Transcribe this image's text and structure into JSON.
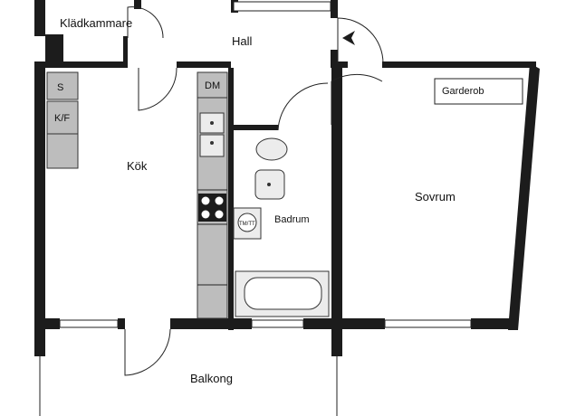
{
  "rooms": {
    "kladkammare": "Klädkammare",
    "hall": "Hall",
    "kok": "Kök",
    "badrum": "Badrum",
    "sovrum": "Sovrum",
    "garderob": "Garderob",
    "balkong": "Balkong"
  },
  "fixtures": {
    "storage_s": "S",
    "fridge_freezer": "K/F",
    "dishwasher": "DM",
    "washer_dryer": "TM/TT"
  },
  "icons": [
    "entrance-arrow-icon",
    "sink-icon",
    "stove-icon",
    "toilet-icon",
    "washbasin-icon",
    "bathtub-icon"
  ],
  "colors": {
    "wall": "#1c1c1c",
    "counter": "#bdbdbd",
    "background": "#ffffff"
  }
}
